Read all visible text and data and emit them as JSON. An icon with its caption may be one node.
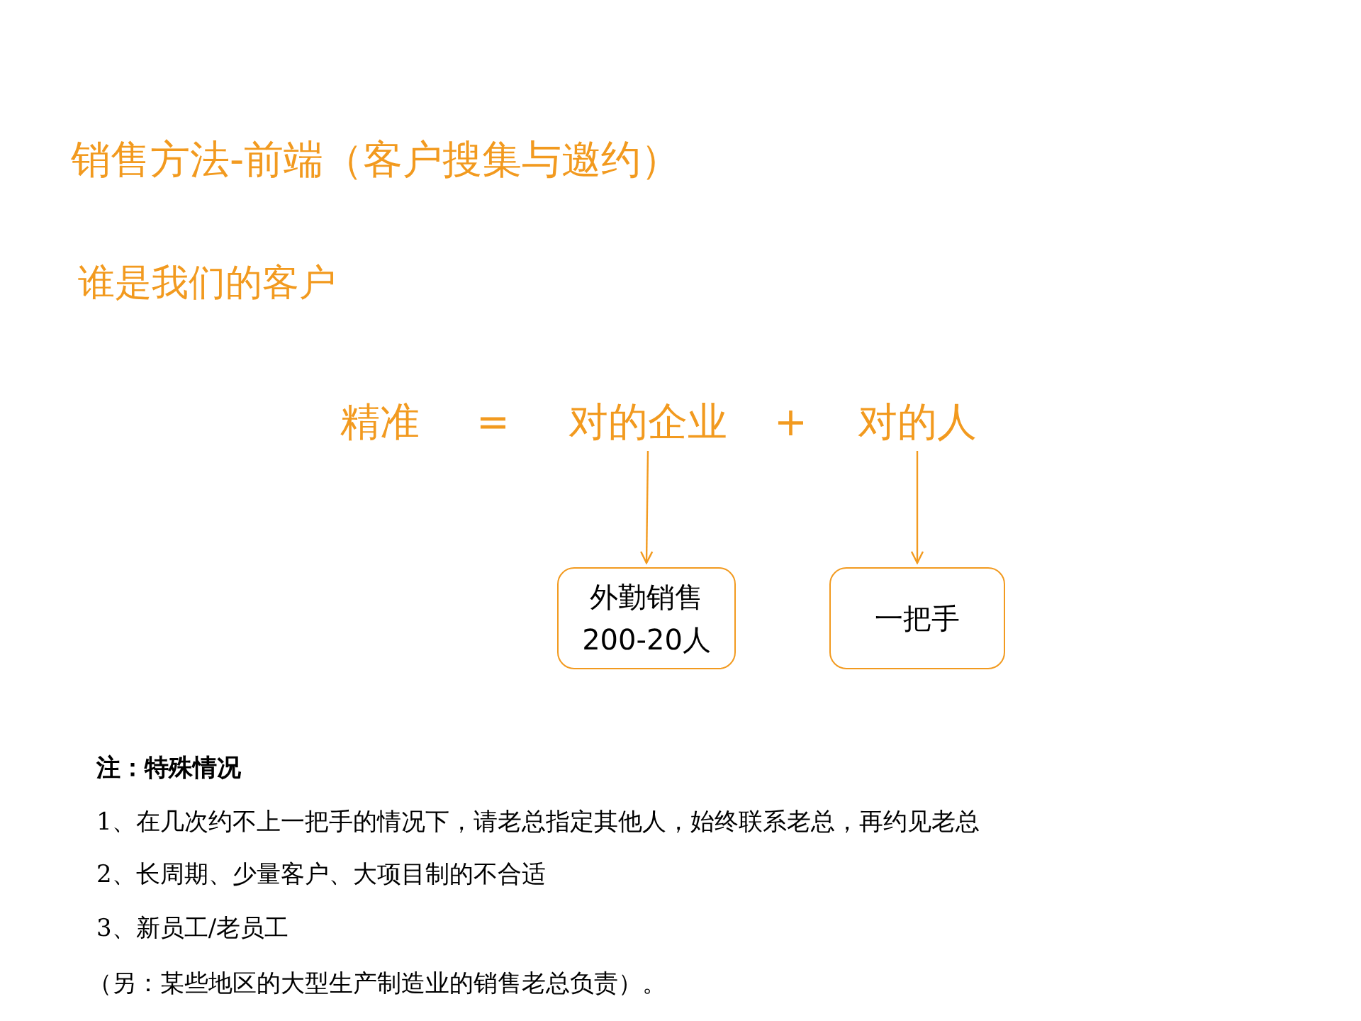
{
  "diagram": {
    "title": "销售方法-前端（客户搜集与邀约）",
    "nodes": [
      {
        "text": [
          "对的企业"
        ]
      },
      {
        "text": [
          "对的人"
        ]
      },
      {
        "text": [
          "外勤销售",
          "200-20人"
        ]
      },
      {
        "text": [
          "一把手"
        ]
      }
    ],
    "edges": [
      {
        "from": 0,
        "to": 2,
        "arrow": "to"
      },
      {
        "from": 1,
        "to": 3,
        "arrow": "to"
      }
    ],
    "labels": [
      "谁是我们的客户",
      "精准",
      "=",
      "+",
      "注：特殊情况",
      "1、在几次约不上一把手的情况下，请老总指定其他人，始终联系老总，再约见老总",
      "2、长周期、少量客户、大项目制的不合适",
      "3、新员工/老员工",
      "（另：某些地区的大型生产制造业的销售老总负责）。"
    ]
  }
}
